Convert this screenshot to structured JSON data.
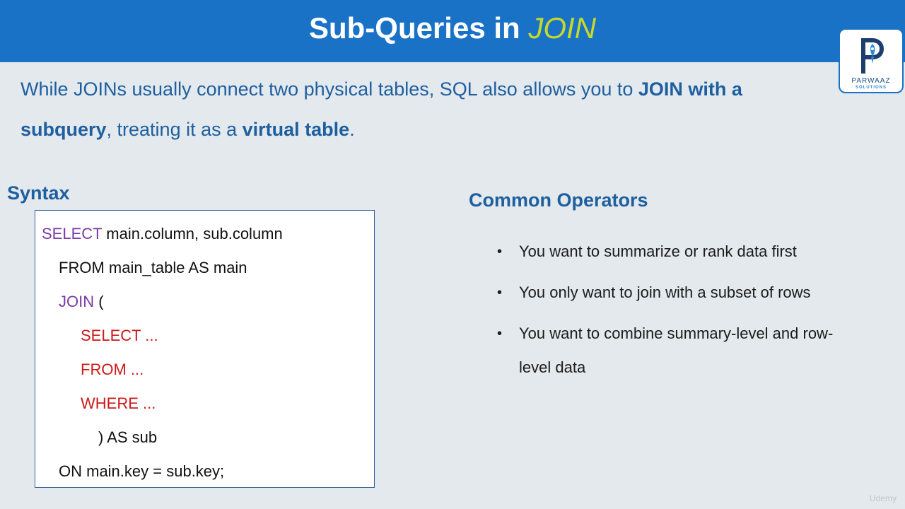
{
  "header": {
    "title_main": "Sub-Queries in ",
    "title_accent": "JOIN",
    "background_color": "#1a72c7",
    "accent_color": "#c4d92a"
  },
  "logo": {
    "brand": "PARWAAZ",
    "sub": "SOLUTIONS"
  },
  "intro": {
    "part1": "While JOINs usually connect two physical tables, SQL also allows you to ",
    "bold1": "JOIN with a subquery",
    "part2": ", treating it as a ",
    "bold2": "virtual table",
    "part3": "."
  },
  "syntax": {
    "heading": "Syntax",
    "lines": [
      {
        "kw": "SELECT",
        "rest": " main.column, sub.column"
      },
      {
        "kw": "",
        "rest": "FROM main_table AS main"
      },
      {
        "kw": "JOIN",
        "rest": " ("
      },
      {
        "kw": "SELECT ...",
        "rest": ""
      },
      {
        "kw": "FROM ...",
        "rest": ""
      },
      {
        "kw": "WHERE ...",
        "rest": ""
      },
      {
        "kw": "",
        "rest": ") AS sub"
      },
      {
        "kw": "",
        "rest": "ON main.key = sub.key;"
      }
    ]
  },
  "operators": {
    "heading": "Common Operators",
    "items": [
      "You want to summarize or rank data first",
      "You only want to join with a subset of rows",
      "You want to combine summary-level and row-level data"
    ]
  },
  "watermark": "Udemy"
}
